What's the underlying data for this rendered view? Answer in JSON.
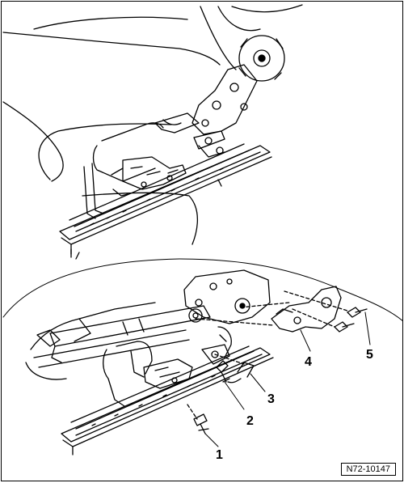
{
  "callouts": [
    "1",
    "2",
    "3",
    "4",
    "5"
  ],
  "figure_ref": "N72-10147"
}
